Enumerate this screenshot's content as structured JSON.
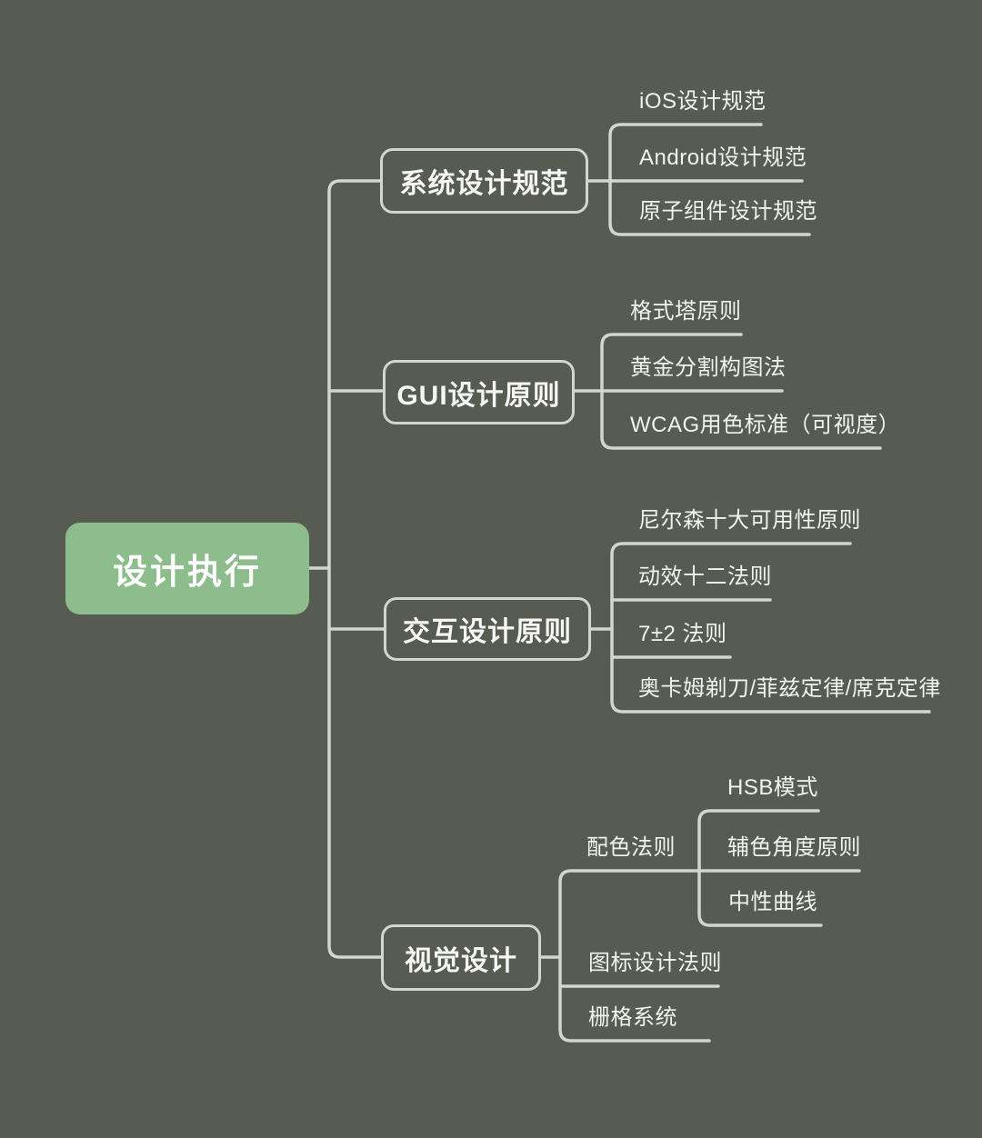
{
  "colors": {
    "background": "#575b51",
    "line": "#d3d5cf",
    "root_fill": "#8dbc8d",
    "text": "#f2f3f0"
  },
  "tree": {
    "label": "设计执行",
    "children": [
      {
        "label": "系统设计规范",
        "children": [
          {
            "label": "iOS设计规范"
          },
          {
            "label": "Android设计规范"
          },
          {
            "label": "原子组件设计规范"
          }
        ]
      },
      {
        "label": "GUI设计原则",
        "children": [
          {
            "label": "格式塔原则"
          },
          {
            "label": "黄金分割构图法"
          },
          {
            "label": "WCAG用色标准（可视度）"
          }
        ]
      },
      {
        "label": "交互设计原则",
        "children": [
          {
            "label": "尼尔森十大可用性原则"
          },
          {
            "label": "动效十二法则"
          },
          {
            "label": "7±2 法则"
          },
          {
            "label": "奥卡姆剃刀/菲兹定律/席克定律"
          }
        ]
      },
      {
        "label": "视觉设计",
        "children": [
          {
            "label": "配色法则",
            "children": [
              {
                "label": "HSB模式"
              },
              {
                "label": "辅色角度原则"
              },
              {
                "label": "中性曲线"
              }
            ]
          },
          {
            "label": "图标设计法则"
          },
          {
            "label": "栅格系统"
          }
        ]
      }
    ]
  }
}
